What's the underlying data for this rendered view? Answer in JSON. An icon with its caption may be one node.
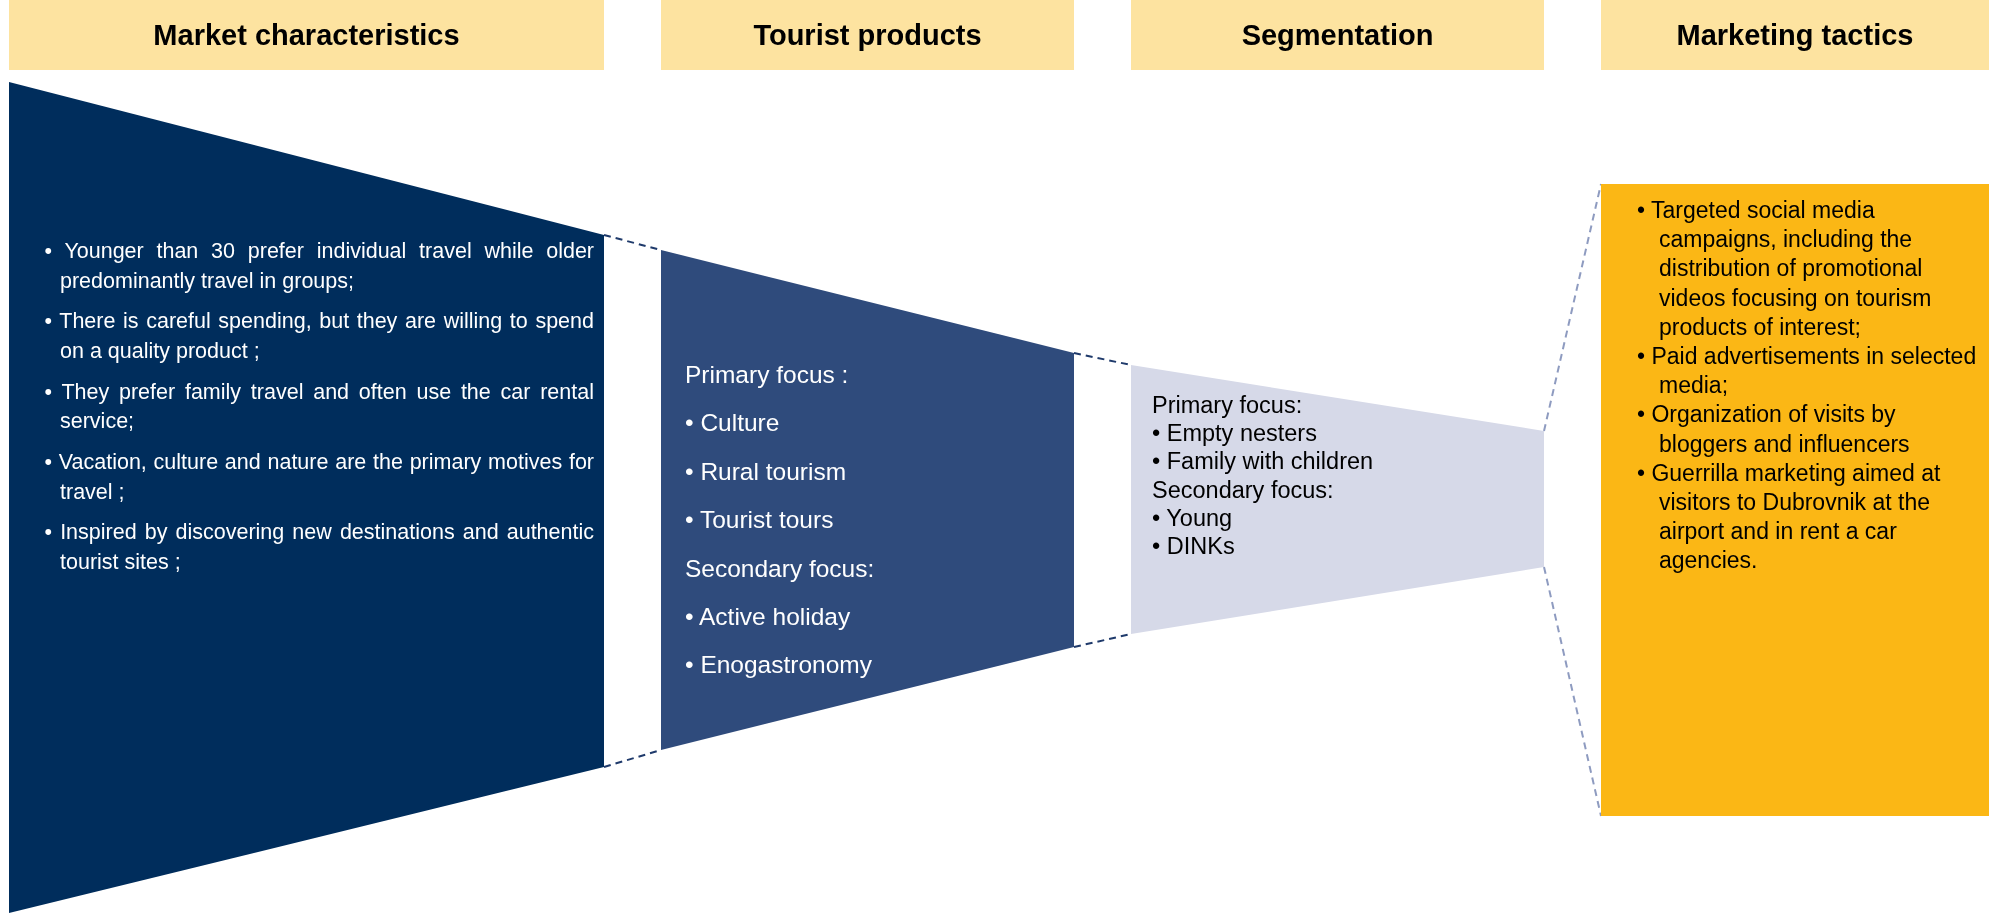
{
  "diagram": {
    "nodes": [
      {
        "text": [
          "Market characteristics"
        ]
      },
      {
        "text": [
          "Tourist products"
        ]
      },
      {
        "text": [
          "Segmentation"
        ]
      },
      {
        "text": [
          "Marketing tactics"
        ]
      },
      {
        "text": [
          "• Younger than 30 prefer individual travel while older predominantly travel in groups;",
          "• There is careful spending, but they are willing to spend on a quality product ;",
          "• They prefer family travel and often use the car rental service;",
          "• Vacation, culture and nature are the primary motives for travel ;",
          "• Inspired by discovering new destinations and authentic tourist sites ;"
        ]
      },
      {
        "text": [
          "Primary focus :",
          "• Culture",
          "• Rural tourism",
          "• Tourist tours",
          "Secondary focus:",
          "• Active holiday",
          "• Enogastronomy"
        ]
      },
      {
        "text": [
          "Primary focus:",
          "• Empty nesters",
          "• Family with children",
          "Secondary focus:",
          "• Young",
          "• DINKs"
        ]
      },
      {
        "text": [
          "• Targeted social media campaigns, including the distribution of promotional videos focusing on tourism products of interest;",
          "• Paid advertisements in selected media;",
          "• Organization of visits by bloggers and influencers",
          "• Guerrilla marketing aimed at visitors to Dubrovnik at the airport and in rent a car agencies."
        ]
      }
    ],
    "edges": [
      {
        "from": 4,
        "to": 5,
        "arrow": "none",
        "style": "dashed"
      },
      {
        "from": 4,
        "to": 5,
        "arrow": "none",
        "style": "dashed"
      },
      {
        "from": 5,
        "to": 6,
        "arrow": "none",
        "style": "dashed"
      },
      {
        "from": 5,
        "to": 6,
        "arrow": "none",
        "style": "dashed"
      },
      {
        "from": 6,
        "to": 7,
        "arrow": "none",
        "style": "dashed",
        "color": "#8e9bc0"
      },
      {
        "from": 6,
        "to": 7,
        "arrow": "none",
        "style": "dashed",
        "color": "#8e9bc0"
      }
    ]
  }
}
